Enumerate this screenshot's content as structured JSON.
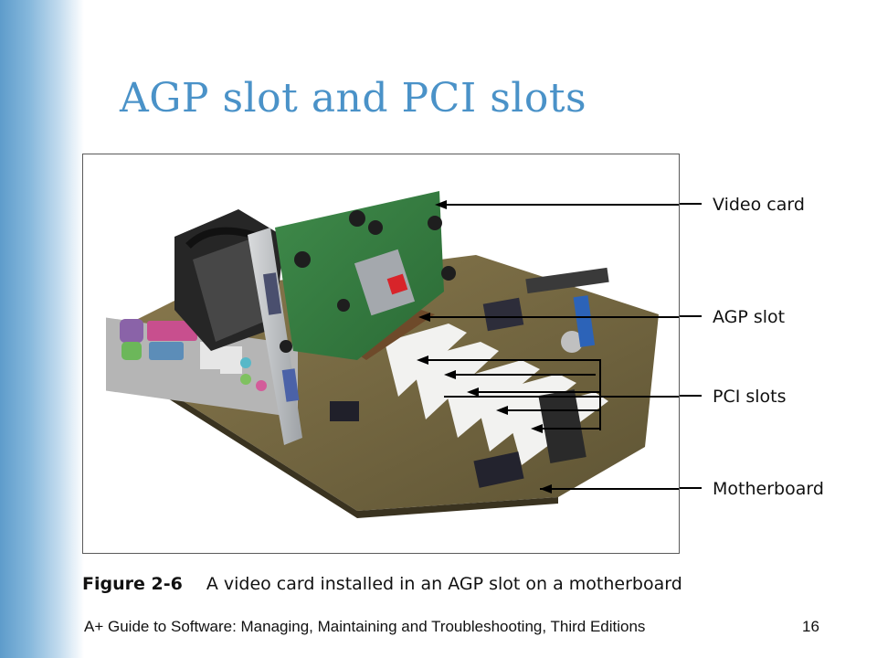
{
  "slide": {
    "title": "AGP slot and PCI slots",
    "accent_color": "#4a92c8",
    "sidebar_color": "#5e9ccb"
  },
  "figure": {
    "labels": {
      "video_card": "Video card",
      "agp_slot": "AGP slot",
      "pci_slots": "PCI slots",
      "motherboard": "Motherboard"
    },
    "caption_number": "Figure 2-6",
    "caption_text": "A video card installed in an AGP slot on a motherboard",
    "image": "photo of a motherboard with a video card installed"
  },
  "footer": {
    "text": "A+ Guide to Software: Managing, Maintaining and Troubleshooting, Third Editions",
    "page_number": "16"
  }
}
